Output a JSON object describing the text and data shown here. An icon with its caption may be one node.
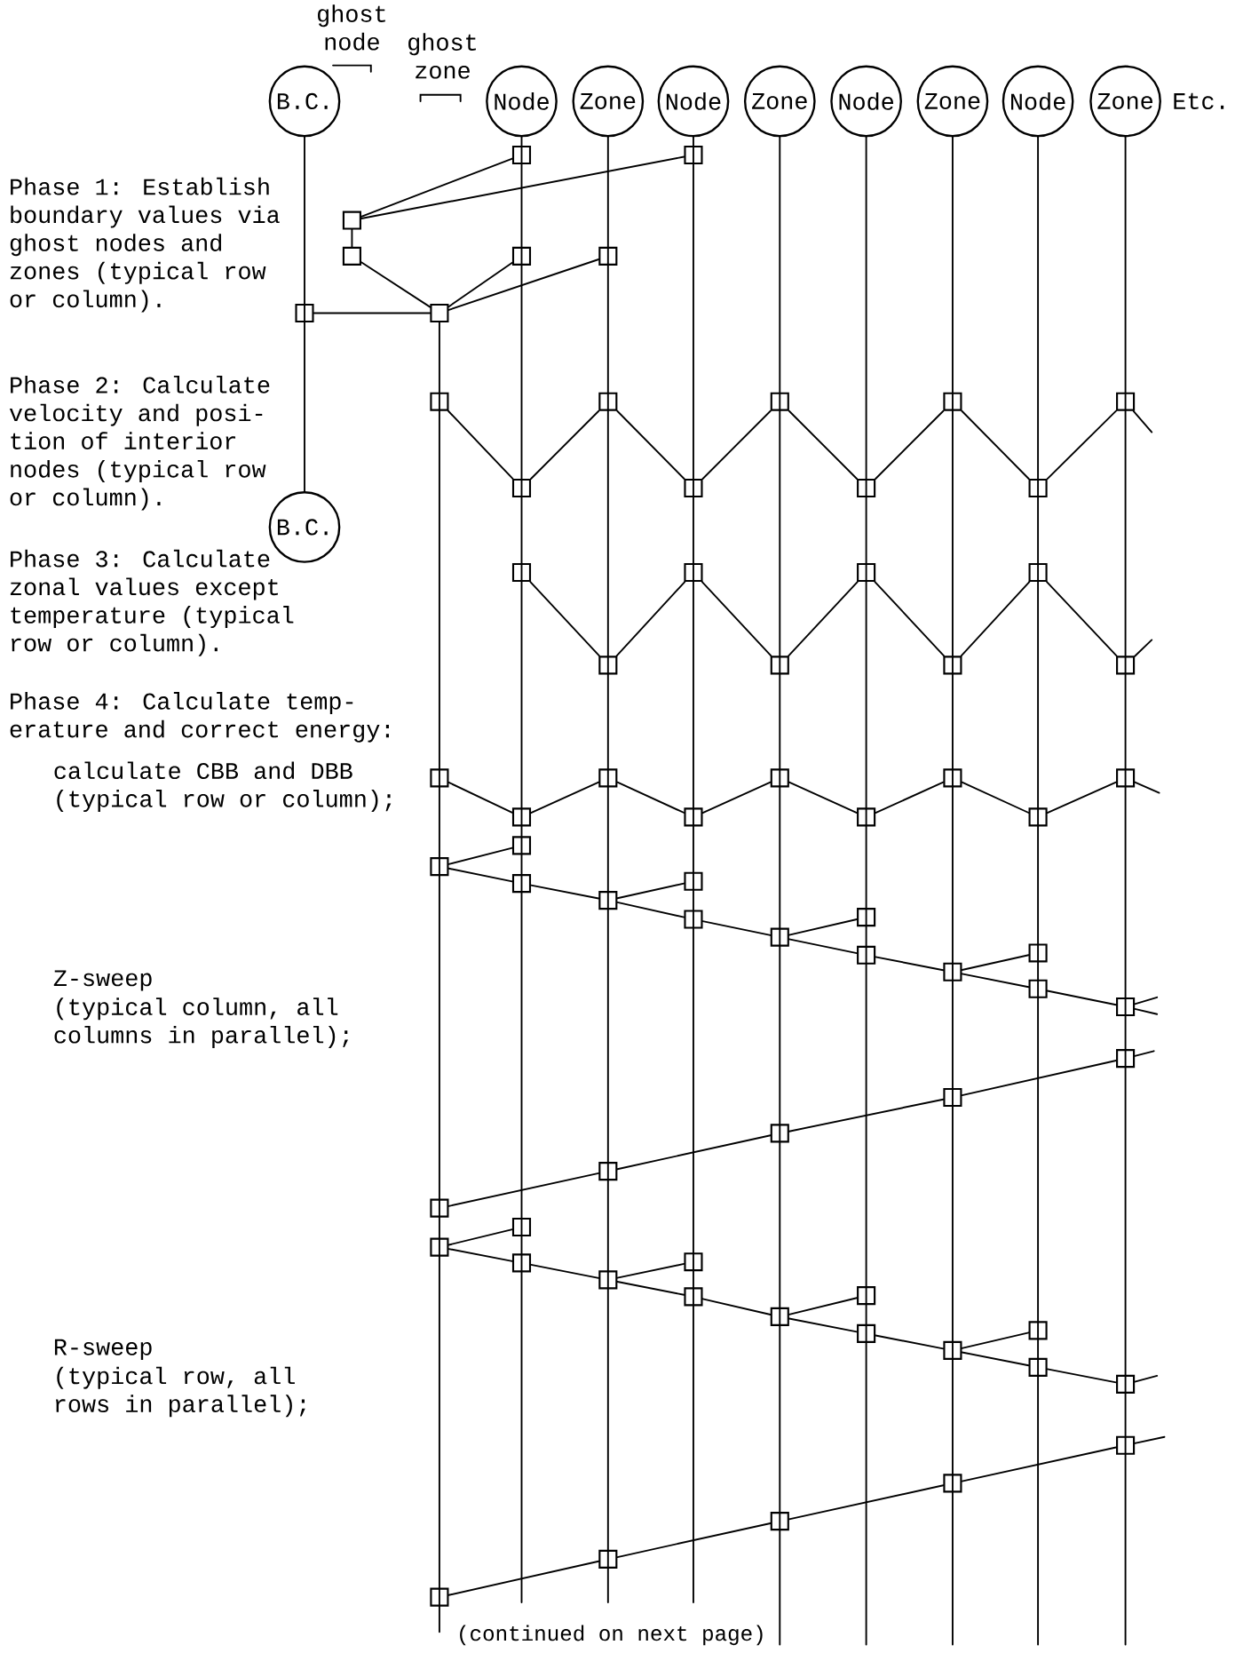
{
  "diagram": {
    "nodes": [
      {
        "text": [
          "B.C."
        ]
      },
      {
        "text": [
          "Node"
        ]
      },
      {
        "text": [
          "Zone"
        ]
      },
      {
        "text": [
          "Node"
        ]
      },
      {
        "text": [
          "Zone"
        ]
      },
      {
        "text": [
          "Node"
        ]
      },
      {
        "text": [
          "Zone"
        ]
      },
      {
        "text": [
          "Node"
        ]
      },
      {
        "text": [
          "Zone"
        ],
        "beside": [
          "Etc."
        ]
      },
      {
        "text": [],
        "shape": "box"
      },
      {
        "text": [],
        "shape": "box"
      },
      {
        "text": [],
        "shape": "box"
      },
      {
        "text": [],
        "shape": "box"
      },
      {
        "text": [],
        "shape": "box"
      },
      {
        "text": [],
        "shape": "box"
      },
      {
        "text": [],
        "shape": "box"
      },
      {
        "text": [],
        "shape": "box"
      },
      {
        "text": [],
        "shape": "box"
      },
      {
        "text": [],
        "shape": "box"
      },
      {
        "text": [],
        "shape": "box"
      },
      {
        "text": [],
        "shape": "box"
      },
      {
        "text": [],
        "shape": "box"
      },
      {
        "text": [],
        "shape": "box"
      },
      {
        "text": [],
        "shape": "box"
      },
      {
        "text": [],
        "shape": "box"
      },
      {
        "text": [],
        "shape": "box"
      },
      {
        "text": [
          "B.C."
        ]
      },
      {
        "text": [],
        "shape": "box"
      },
      {
        "text": [],
        "shape": "box"
      },
      {
        "text": [],
        "shape": "box"
      },
      {
        "text": [],
        "shape": "box"
      },
      {
        "text": [],
        "shape": "box"
      },
      {
        "text": [],
        "shape": "box"
      },
      {
        "text": [],
        "shape": "box"
      },
      {
        "text": [],
        "shape": "box"
      },
      {
        "text": [],
        "shape": "box"
      },
      {
        "text": [],
        "shape": "box"
      },
      {
        "text": [],
        "shape": "box"
      },
      {
        "text": [],
        "shape": "box"
      },
      {
        "text": [],
        "shape": "box"
      },
      {
        "text": [],
        "shape": "box"
      },
      {
        "text": [],
        "shape": "box"
      },
      {
        "text": [],
        "shape": "box"
      },
      {
        "text": [],
        "shape": "box"
      },
      {
        "text": [],
        "shape": "box"
      },
      {
        "text": [],
        "shape": "box"
      },
      {
        "text": [],
        "shape": "box"
      },
      {
        "text": [],
        "shape": "box"
      },
      {
        "text": [],
        "shape": "box"
      },
      {
        "text": [],
        "shape": "box"
      },
      {
        "text": [],
        "shape": "box"
      },
      {
        "text": [],
        "shape": "box"
      },
      {
        "text": [],
        "shape": "box"
      },
      {
        "text": [],
        "shape": "box"
      },
      {
        "text": [],
        "shape": "box"
      },
      {
        "text": [],
        "shape": "box"
      },
      {
        "text": [],
        "shape": "box"
      },
      {
        "text": [],
        "shape": "box"
      },
      {
        "text": [],
        "shape": "box"
      },
      {
        "text": [],
        "shape": "box"
      },
      {
        "text": [],
        "shape": "box"
      },
      {
        "text": [],
        "shape": "box"
      },
      {
        "text": [],
        "shape": "box"
      },
      {
        "text": [],
        "shape": "box"
      },
      {
        "text": [],
        "shape": "box"
      },
      {
        "text": [],
        "shape": "box"
      },
      {
        "text": [],
        "shape": "box"
      },
      {
        "text": [],
        "shape": "box"
      },
      {
        "text": [],
        "shape": "box"
      },
      {
        "text": [],
        "shape": "box"
      },
      {
        "text": [],
        "shape": "box"
      },
      {
        "text": [],
        "shape": "box"
      },
      {
        "text": [],
        "shape": "box"
      },
      {
        "text": [],
        "shape": "box"
      },
      {
        "text": [],
        "shape": "box"
      },
      {
        "text": [],
        "shape": "box"
      },
      {
        "text": [],
        "shape": "box"
      },
      {
        "text": [],
        "shape": "box"
      },
      {
        "text": [],
        "shape": "box"
      },
      {
        "text": [],
        "shape": "box"
      }
    ],
    "edges": [
      {
        "from": 0,
        "to": 26,
        "arrow": "none"
      },
      {
        "from": 1,
        "to": null,
        "arrow": "none"
      },
      {
        "from": 2,
        "to": null,
        "arrow": "none"
      },
      {
        "from": 3,
        "to": null,
        "arrow": "none"
      },
      {
        "from": 4,
        "to": null,
        "arrow": "none"
      },
      {
        "from": 5,
        "to": null,
        "arrow": "none"
      },
      {
        "from": 6,
        "to": null,
        "arrow": "none"
      },
      {
        "from": 7,
        "to": null,
        "arrow": "none"
      },
      {
        "from": 8,
        "to": null,
        "arrow": "none"
      },
      {
        "from": 16,
        "to": null,
        "arrow": "none"
      },
      {
        "from": 11,
        "to": 9,
        "arrow": "none"
      },
      {
        "from": 11,
        "to": 10,
        "arrow": "none"
      },
      {
        "from": 11,
        "to": 12,
        "arrow": "none"
      },
      {
        "from": 12,
        "to": 16,
        "arrow": "none"
      },
      {
        "from": 13,
        "to": 16,
        "arrow": "none"
      },
      {
        "from": 14,
        "to": 16,
        "arrow": "none"
      },
      {
        "from": 15,
        "to": 16,
        "arrow": "none"
      },
      {
        "from": 17,
        "to": 22,
        "arrow": "none"
      },
      {
        "from": 22,
        "to": 18,
        "arrow": "none"
      },
      {
        "from": 18,
        "to": 23,
        "arrow": "none"
      },
      {
        "from": 23,
        "to": 19,
        "arrow": "none"
      },
      {
        "from": 19,
        "to": 24,
        "arrow": "none"
      },
      {
        "from": 24,
        "to": 20,
        "arrow": "none"
      },
      {
        "from": 20,
        "to": 25,
        "arrow": "none"
      },
      {
        "from": 25,
        "to": 21,
        "arrow": "none"
      },
      {
        "from": 21,
        "to": null,
        "arrow": "none"
      },
      {
        "from": 27,
        "to": 31,
        "arrow": "none"
      },
      {
        "from": 31,
        "to": 28,
        "arrow": "none"
      },
      {
        "from": 28,
        "to": 32,
        "arrow": "none"
      },
      {
        "from": 32,
        "to": 29,
        "arrow": "none"
      },
      {
        "from": 29,
        "to": 33,
        "arrow": "none"
      },
      {
        "from": 33,
        "to": 30,
        "arrow": "none"
      },
      {
        "from": 30,
        "to": 34,
        "arrow": "none"
      },
      {
        "from": 34,
        "to": null,
        "arrow": "none"
      },
      {
        "from": 35,
        "to": 40,
        "arrow": "none"
      },
      {
        "from": 40,
        "to": 36,
        "arrow": "none"
      },
      {
        "from": 36,
        "to": 41,
        "arrow": "none"
      },
      {
        "from": 41,
        "to": 37,
        "arrow": "none"
      },
      {
        "from": 37,
        "to": 42,
        "arrow": "none"
      },
      {
        "from": 42,
        "to": 38,
        "arrow": "none"
      },
      {
        "from": 38,
        "to": 43,
        "arrow": "none"
      },
      {
        "from": 43,
        "to": 39,
        "arrow": "none"
      },
      {
        "from": 39,
        "to": null,
        "arrow": "none"
      },
      {
        "from": 45,
        "to": 44,
        "arrow": "none"
      },
      {
        "from": 45,
        "to": 46,
        "arrow": "none"
      },
      {
        "from": 46,
        "to": 48,
        "arrow": "none"
      },
      {
        "from": 48,
        "to": 47,
        "arrow": "none"
      },
      {
        "from": 48,
        "to": 49,
        "arrow": "none"
      },
      {
        "from": 49,
        "to": 51,
        "arrow": "none"
      },
      {
        "from": 51,
        "to": 50,
        "arrow": "none"
      },
      {
        "from": 51,
        "to": 53,
        "arrow": "none"
      },
      {
        "from": 53,
        "to": 54,
        "arrow": "none"
      },
      {
        "from": 54,
        "to": 52,
        "arrow": "none"
      },
      {
        "from": 54,
        "to": 55,
        "arrow": "none"
      },
      {
        "from": 55,
        "to": 56,
        "arrow": "none"
      },
      {
        "from": 56,
        "to": null,
        "arrow": "none"
      },
      {
        "from": 56,
        "to": null,
        "arrow": "none"
      },
      {
        "from": 57,
        "to": null,
        "arrow": "none"
      },
      {
        "from": 57,
        "to": 58,
        "arrow": "none"
      },
      {
        "from": 58,
        "to": 59,
        "arrow": "none"
      },
      {
        "from": 59,
        "to": 60,
        "arrow": "none"
      },
      {
        "from": 60,
        "to": 61,
        "arrow": "none"
      },
      {
        "from": 63,
        "to": 62,
        "arrow": "none"
      },
      {
        "from": 63,
        "to": 64,
        "arrow": "none"
      },
      {
        "from": 64,
        "to": 66,
        "arrow": "none"
      },
      {
        "from": 66,
        "to": 65,
        "arrow": "none"
      },
      {
        "from": 66,
        "to": 67,
        "arrow": "none"
      },
      {
        "from": 67,
        "to": 69,
        "arrow": "none"
      },
      {
        "from": 69,
        "to": 68,
        "arrow": "none"
      },
      {
        "from": 69,
        "to": 71,
        "arrow": "none"
      },
      {
        "from": 71,
        "to": 72,
        "arrow": "none"
      },
      {
        "from": 72,
        "to": 70,
        "arrow": "none"
      },
      {
        "from": 72,
        "to": 73,
        "arrow": "none"
      },
      {
        "from": 73,
        "to": 74,
        "arrow": "none"
      },
      {
        "from": 74,
        "to": null,
        "arrow": "none"
      },
      {
        "from": 75,
        "to": null,
        "arrow": "none"
      },
      {
        "from": 75,
        "to": 76,
        "arrow": "none"
      },
      {
        "from": 76,
        "to": 77,
        "arrow": "none"
      },
      {
        "from": 77,
        "to": 78,
        "arrow": "none"
      },
      {
        "from": 78,
        "to": 79,
        "arrow": "none"
      }
    ],
    "labels": [
      "ghost node",
      "ghost zone",
      "Phase 1: Establish boundary values via ghost nodes and zones (typical row or column).",
      "Phase 2: Calculate velocity and posi- tion of interior nodes (typical row or column).",
      "Phase 3: Calculate zonal values except temperature (typical row or column).",
      "Phase 4: Calculate temp- erature and correct energy:",
      "calculate CBB and DBB (typical row or column);",
      "Z-sweep",
      "(typical column, all columns in parallel);",
      "R-sweep",
      "(typical row, all rows in parallel);",
      "(continued on next page)"
    ]
  }
}
